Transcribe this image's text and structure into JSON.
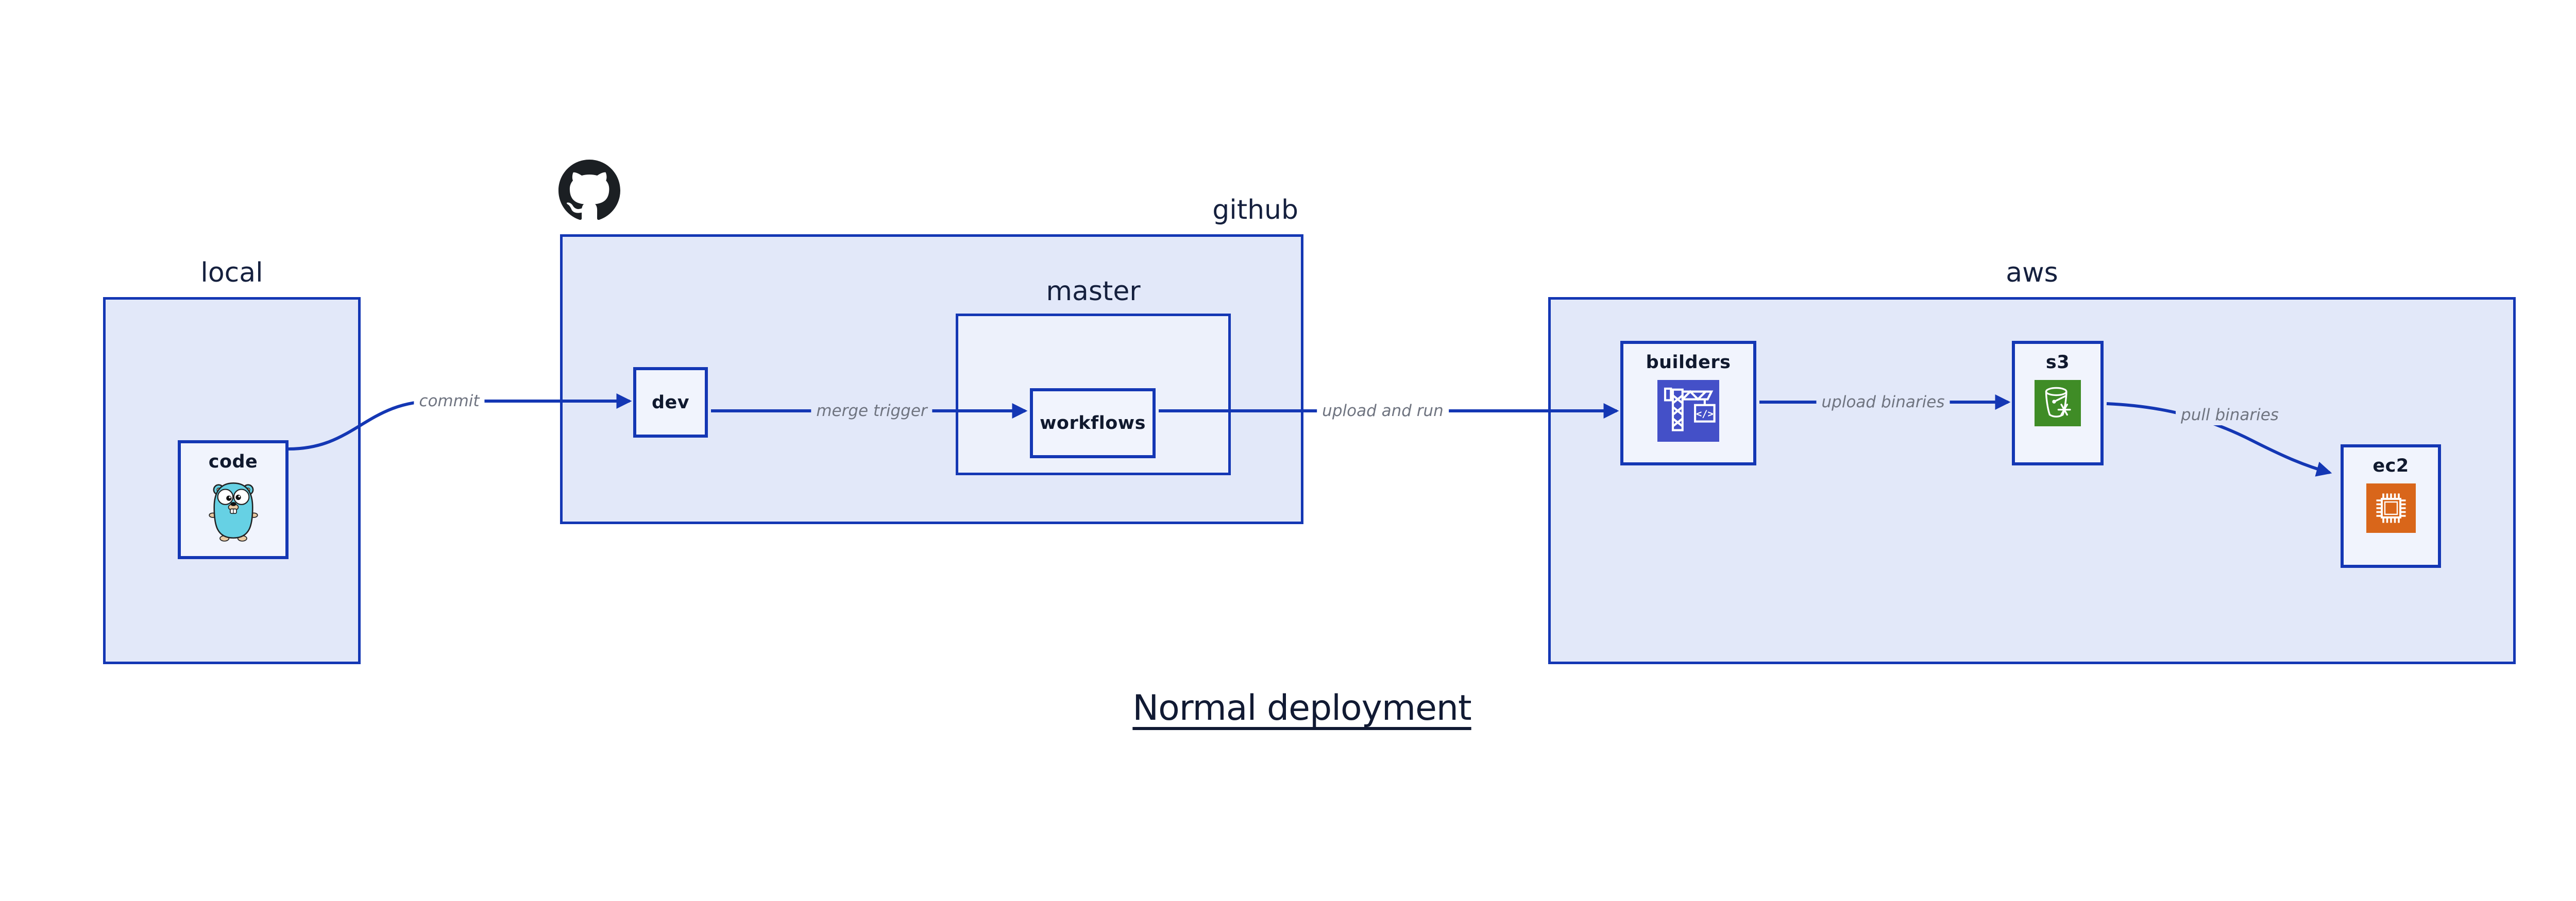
{
  "title": {
    "text": "Normal deployment"
  },
  "groups": {
    "local": {
      "label": "local"
    },
    "github": {
      "label": "github"
    },
    "master": {
      "label": "master"
    },
    "aws": {
      "label": "aws"
    }
  },
  "nodes": {
    "code": {
      "label": "code",
      "icon": "go-gopher-icon"
    },
    "dev": {
      "label": "dev"
    },
    "workflows": {
      "label": "workflows"
    },
    "builders": {
      "label": "builders",
      "icon": "aws-codebuild-icon"
    },
    "s3": {
      "label": "s3",
      "icon": "aws-s3-glacier-bucket-icon"
    },
    "ec2": {
      "label": "ec2",
      "icon": "aws-ec2-chip-icon"
    }
  },
  "edges": [
    {
      "from": "code",
      "to": "dev",
      "label": "commit"
    },
    {
      "from": "dev",
      "to": "workflows",
      "label": "merge trigger"
    },
    {
      "from": "workflows",
      "to": "builders",
      "label": "upload and run"
    },
    {
      "from": "builders",
      "to": "s3",
      "label": "upload binaries"
    },
    {
      "from": "s3",
      "to": "ec2",
      "label": "pull binaries"
    }
  ],
  "icons": {
    "github_logo": "github-octocat",
    "codebuild_code_glyph": "</>"
  },
  "colors": {
    "arrow_blue": "#1437B4",
    "group_fill": "#E2E8F9",
    "inner_group_fill": "#EDF1FB",
    "node_fill": "#F1F4FD",
    "codebuild_indigo": "#4450C8",
    "s3_green": "#3F8C26",
    "ec2_orange": "#D9661A",
    "label_navy": "#15203E",
    "edge_label_gray": "#6F7480",
    "gopher_teal": "#66D1E4",
    "octocat_black": "#1B1F23"
  }
}
